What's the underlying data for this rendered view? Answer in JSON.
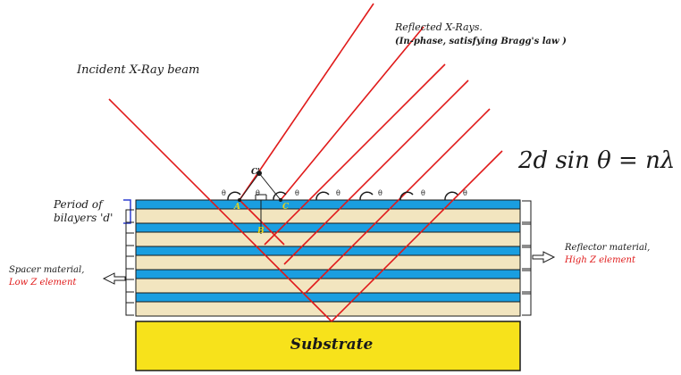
{
  "labels": {
    "incident": "Incident X-Ray beam",
    "reflected_line1": "Reflected X-Rays.",
    "reflected_line2": "(In-phase, satisfying Bragg's law )",
    "equation": "2d sin θ = nλ",
    "period_line1": "Period of",
    "period_line2": "bilayers 'd'",
    "spacer_line1": "Spacer material,",
    "spacer_line2": "Low Z element",
    "reflector_line1": "Reflector material,",
    "reflector_line2": "High Z element",
    "substrate": "Substrate",
    "theta": "θ",
    "point_a": "A",
    "point_b": "B",
    "point_c": "C",
    "point_c_prime": "C'"
  },
  "colors": {
    "reflector_layer": "#1a9ee0",
    "spacer_layer": "#f2e5bf",
    "substrate": "#f7e21b",
    "beam": "#e01a1a",
    "highlight_text": "#e01a1a",
    "point_label": "#e8d21a",
    "layer_outline": "#1a1a1a",
    "period_bracket": "#2f3fd1"
  },
  "structure": {
    "bilayer_count": 5
  }
}
